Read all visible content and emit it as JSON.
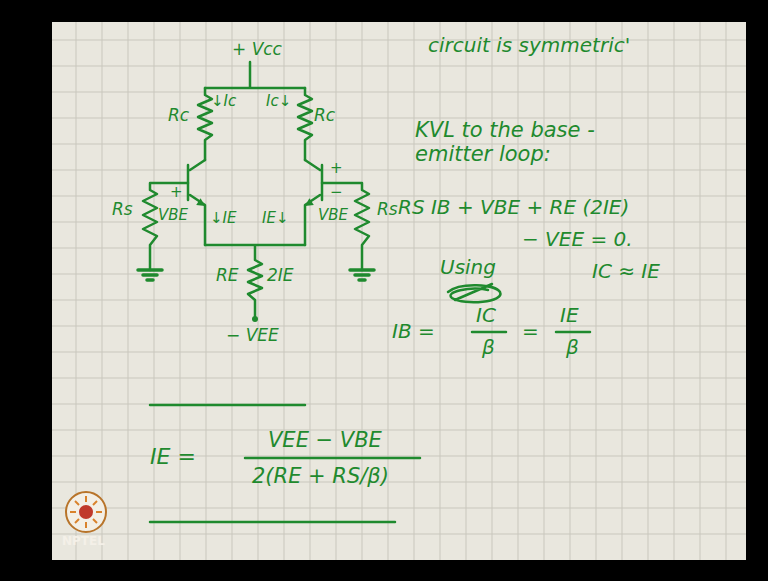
{
  "diagram": {
    "labels": [
      "+ Vcc",
      "Rc",
      "↓Ic",
      "Ic↓",
      "Rc",
      "Rs",
      "+",
      "VBE",
      "↓IE",
      "IE↓",
      "+",
      "−",
      "VBE",
      "Rs",
      "RE",
      "2IE",
      "− VEE",
      "circuit is symmetric'",
      "KVL to the base - emitter loop:",
      "RS IB + VBE + RE (2IE)",
      "− VEE = 0.",
      "Using",
      "IC ≈ IE",
      "IB =",
      "IC",
      "β",
      "=",
      "IE",
      "β",
      "IE =",
      "VEE − VBE",
      "2(RE + RS/β)",
      "NPTEL"
    ]
  }
}
